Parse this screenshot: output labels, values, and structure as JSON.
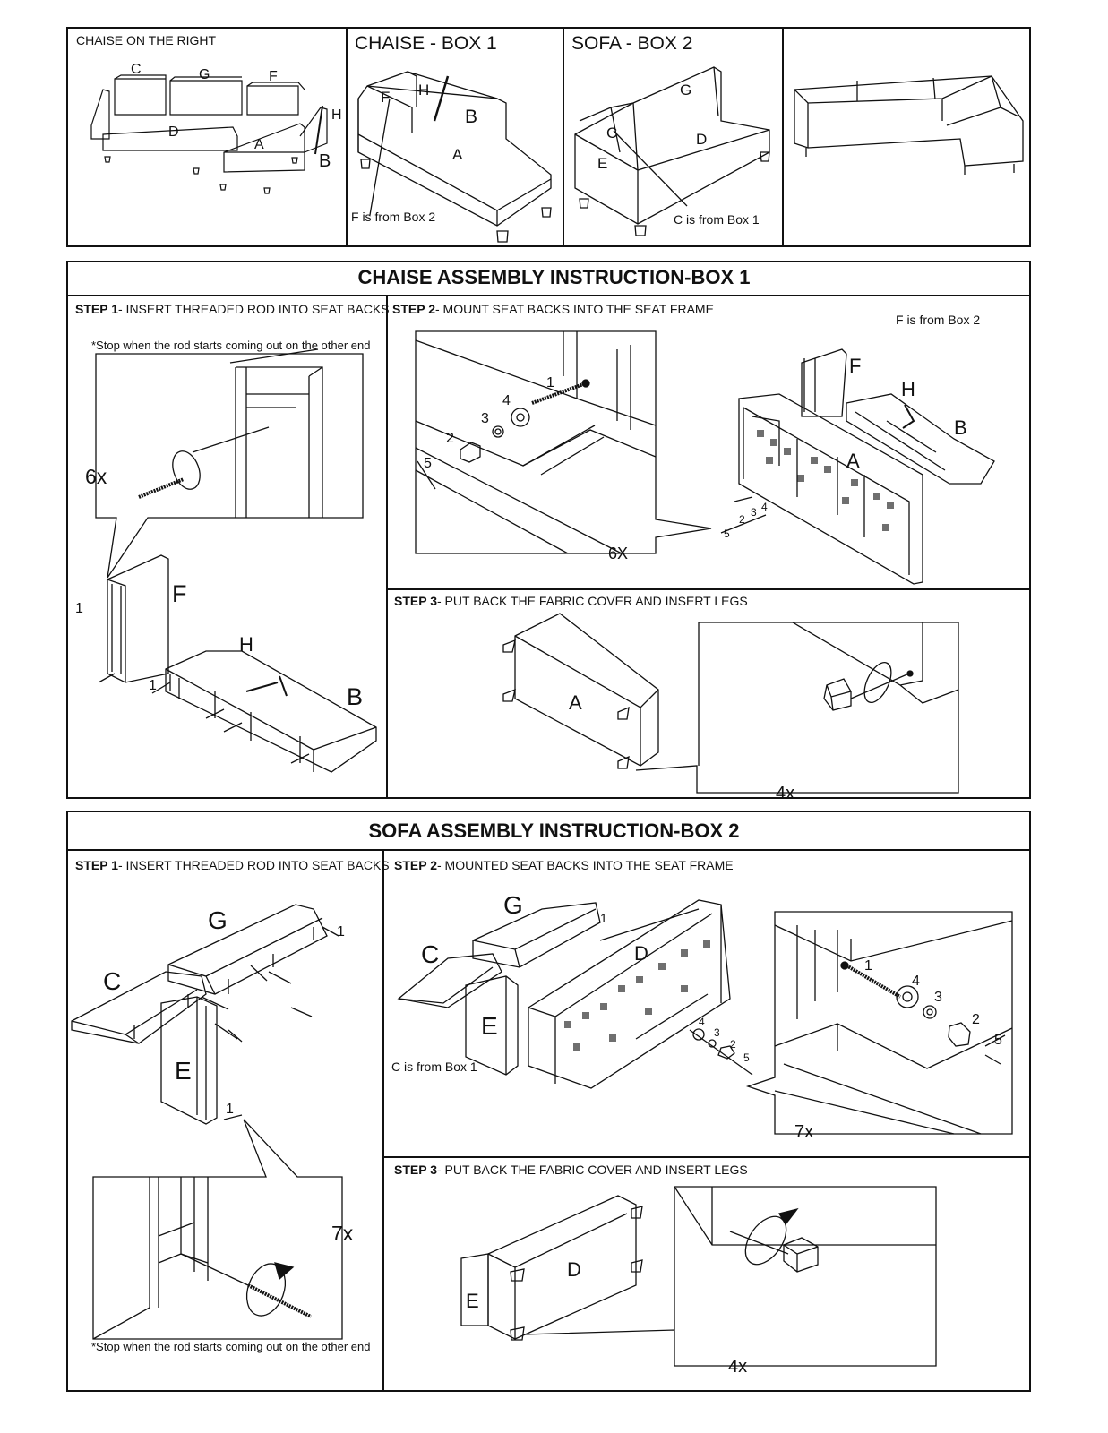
{
  "overview": {
    "panel1_title": "CHAISE ON THE RIGHT",
    "panel2_title": "CHAISE - BOX 1",
    "panel3_title": "SOFA - BOX 2",
    "f_from_box2": "F is from Box 2",
    "c_from_box1": "C is from Box 1",
    "letters": {
      "A": "A",
      "B": "B",
      "C": "C",
      "D": "D",
      "E": "E",
      "F": "F",
      "G": "G",
      "H": "H"
    }
  },
  "chaise_section": {
    "title": "CHAISE ASSEMBLY INSTRUCTION-BOX 1",
    "step1_prefix": "STEP 1",
    "step1_text": "- INSERT THREADED ROD INTO SEAT BACKS",
    "step1_note": "*Stop when the rod starts coming out on the other end",
    "step1_count": "6x",
    "step2_prefix": "STEP 2",
    "step2_text": "- MOUNT SEAT BACKS INTO THE SEAT FRAME",
    "step2_count": "6X",
    "step2_f_note": "F is from Box 2",
    "step3_prefix": "STEP 3",
    "step3_text": "- PUT BACK THE  FABRIC COVER AND INSERT LEGS",
    "step3_count": "4x"
  },
  "sofa_section": {
    "title": "SOFA ASSEMBLY INSTRUCTION-BOX 2",
    "step1_prefix": "STEP 1",
    "step1_text": "- INSERT THREADED ROD INTO SEAT BACKS",
    "step1_note": "*Stop when the rod starts coming out on the other end",
    "step1_count": "7x",
    "step2_prefix": "STEP 2",
    "step2_text": "- MOUNTED SEAT BACKS INTO THE SEAT FRAME",
    "step2_count": "7x",
    "step2_c_note": "C is from Box 1",
    "step3_prefix": "STEP 3",
    "step3_text": "- PUT BACK THE FABRIC COVER AND INSERT LEGS",
    "step3_count": "4x"
  },
  "hardware_numbers": {
    "n1": "1",
    "n2": "2",
    "n3": "3",
    "n4": "4",
    "n5": "5"
  }
}
